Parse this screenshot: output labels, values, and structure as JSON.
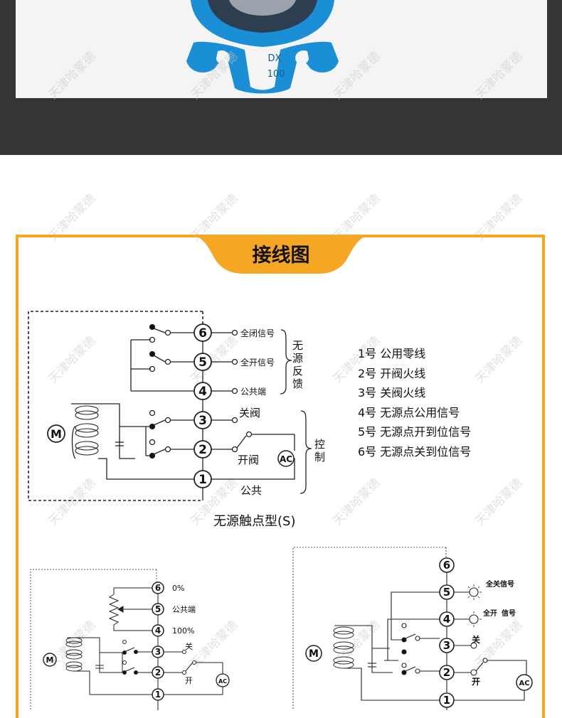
{
  "product_photo": {
    "marking_line1": "DX",
    "marking_line2": "100"
  },
  "watermark": "天津哈蒙德",
  "section_title": "接线图",
  "diagram_s": {
    "caption": "无源触点型(S)",
    "motor": "M",
    "terminals": [
      "6",
      "5",
      "4",
      "3",
      "2",
      "1"
    ],
    "signal_labels": {
      "t6": "全闭信号",
      "t5": "全开信号",
      "t4": "公共端"
    },
    "feedback_group": "无源反馈",
    "close": "关阀",
    "open": "开阀",
    "common": "公共",
    "power": "AC",
    "control_group": "控制"
  },
  "legend": [
    "1号  公用零线",
    "2号  开阀火线",
    "3号  关阀火线",
    "4号  无源点公用信号",
    "5号  无源点开到位信号",
    "6号  无源点关到位信号"
  ],
  "diagram_pot": {
    "motor": "M",
    "terminals": [
      "6",
      "5",
      "4",
      "3",
      "2",
      "1"
    ],
    "labels": {
      "t6": "0%",
      "t5": "公共端",
      "t4": "100%"
    },
    "close": "关",
    "open": "开",
    "power": "AC"
  },
  "diagram_lamp": {
    "motor": "M",
    "terminals": [
      "6",
      "5",
      "4",
      "3",
      "2",
      "1"
    ],
    "labels": {
      "t5": "全关信号",
      "t4a": "全开",
      "t4b": "信号"
    },
    "close": "关",
    "open": "开",
    "power": "AC"
  },
  "colors": {
    "accent": "#f5a623",
    "valve_blue": "#1b8fd6",
    "dark_band": "#353535"
  }
}
